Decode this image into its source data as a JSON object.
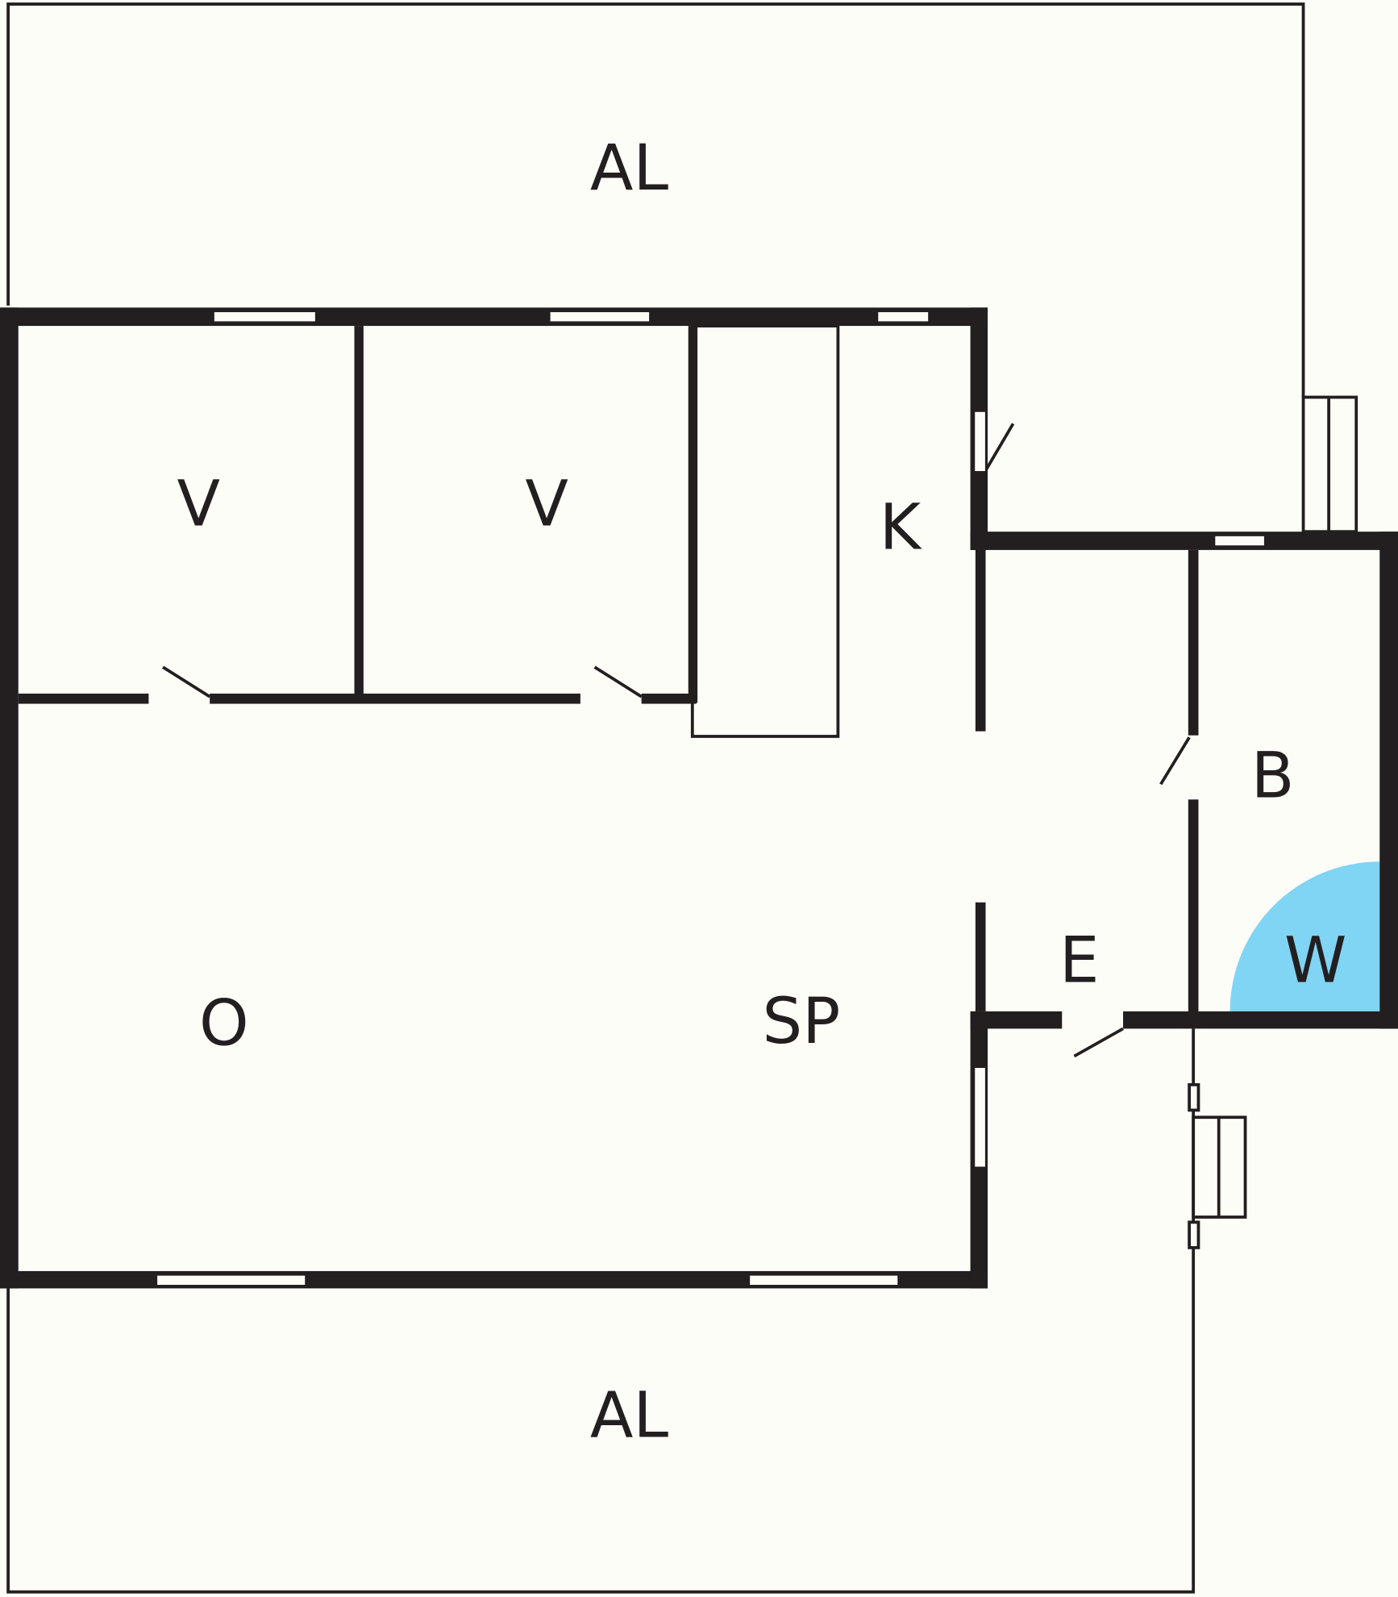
{
  "rooms": [
    {
      "id": "balcony-top",
      "label": "AL"
    },
    {
      "id": "bedroom-1",
      "label": "V"
    },
    {
      "id": "bedroom-2",
      "label": "V"
    },
    {
      "id": "kitchen",
      "label": "K"
    },
    {
      "id": "bathroom",
      "label": "B"
    },
    {
      "id": "washer",
      "label": "W"
    },
    {
      "id": "entrance",
      "label": "E"
    },
    {
      "id": "living",
      "label": "O"
    },
    {
      "id": "dining",
      "label": "SP"
    },
    {
      "id": "balcony-bottom",
      "label": "AL"
    }
  ],
  "colors": {
    "wall": "#231f20",
    "background": "#fdfdf8",
    "washer": "#80d4f4"
  }
}
